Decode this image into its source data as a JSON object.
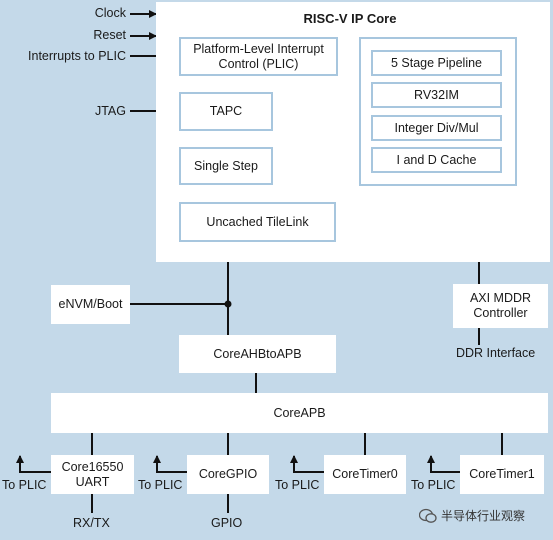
{
  "ip_core": {
    "title": "RISC-V IP Core",
    "plic": "Platform-Level Interrupt\nControl (PLIC)",
    "tapc": "TAPC",
    "single_step": "Single Step",
    "uncached": "Uncached TileLink",
    "pipeline": [
      "5 Stage Pipeline",
      "RV32IM",
      "Integer Div/Mul",
      "I and D Cache"
    ]
  },
  "inputs": {
    "clock": "Clock",
    "reset": "Reset",
    "interrupts": "Interrupts to PLIC",
    "jtag": "JTAG"
  },
  "blocks": {
    "envm": "eNVM/Boot",
    "ahb": "CoreAHBtoAPB",
    "axi": "AXI MDDR\nController",
    "ddr": "DDR Interface",
    "apb": "CoreAPB"
  },
  "peripherals": [
    {
      "name": "Core16550\nUART",
      "plic": "To PLIC",
      "io": "RX/TX"
    },
    {
      "name": "CoreGPIO",
      "plic": "To PLIC",
      "io": "GPIO"
    },
    {
      "name": "CoreTimer0",
      "plic": "To PLIC",
      "io": ""
    },
    {
      "name": "CoreTimer1",
      "plic": "To PLIC",
      "io": ""
    }
  ],
  "watermark": "半导体行业观察"
}
